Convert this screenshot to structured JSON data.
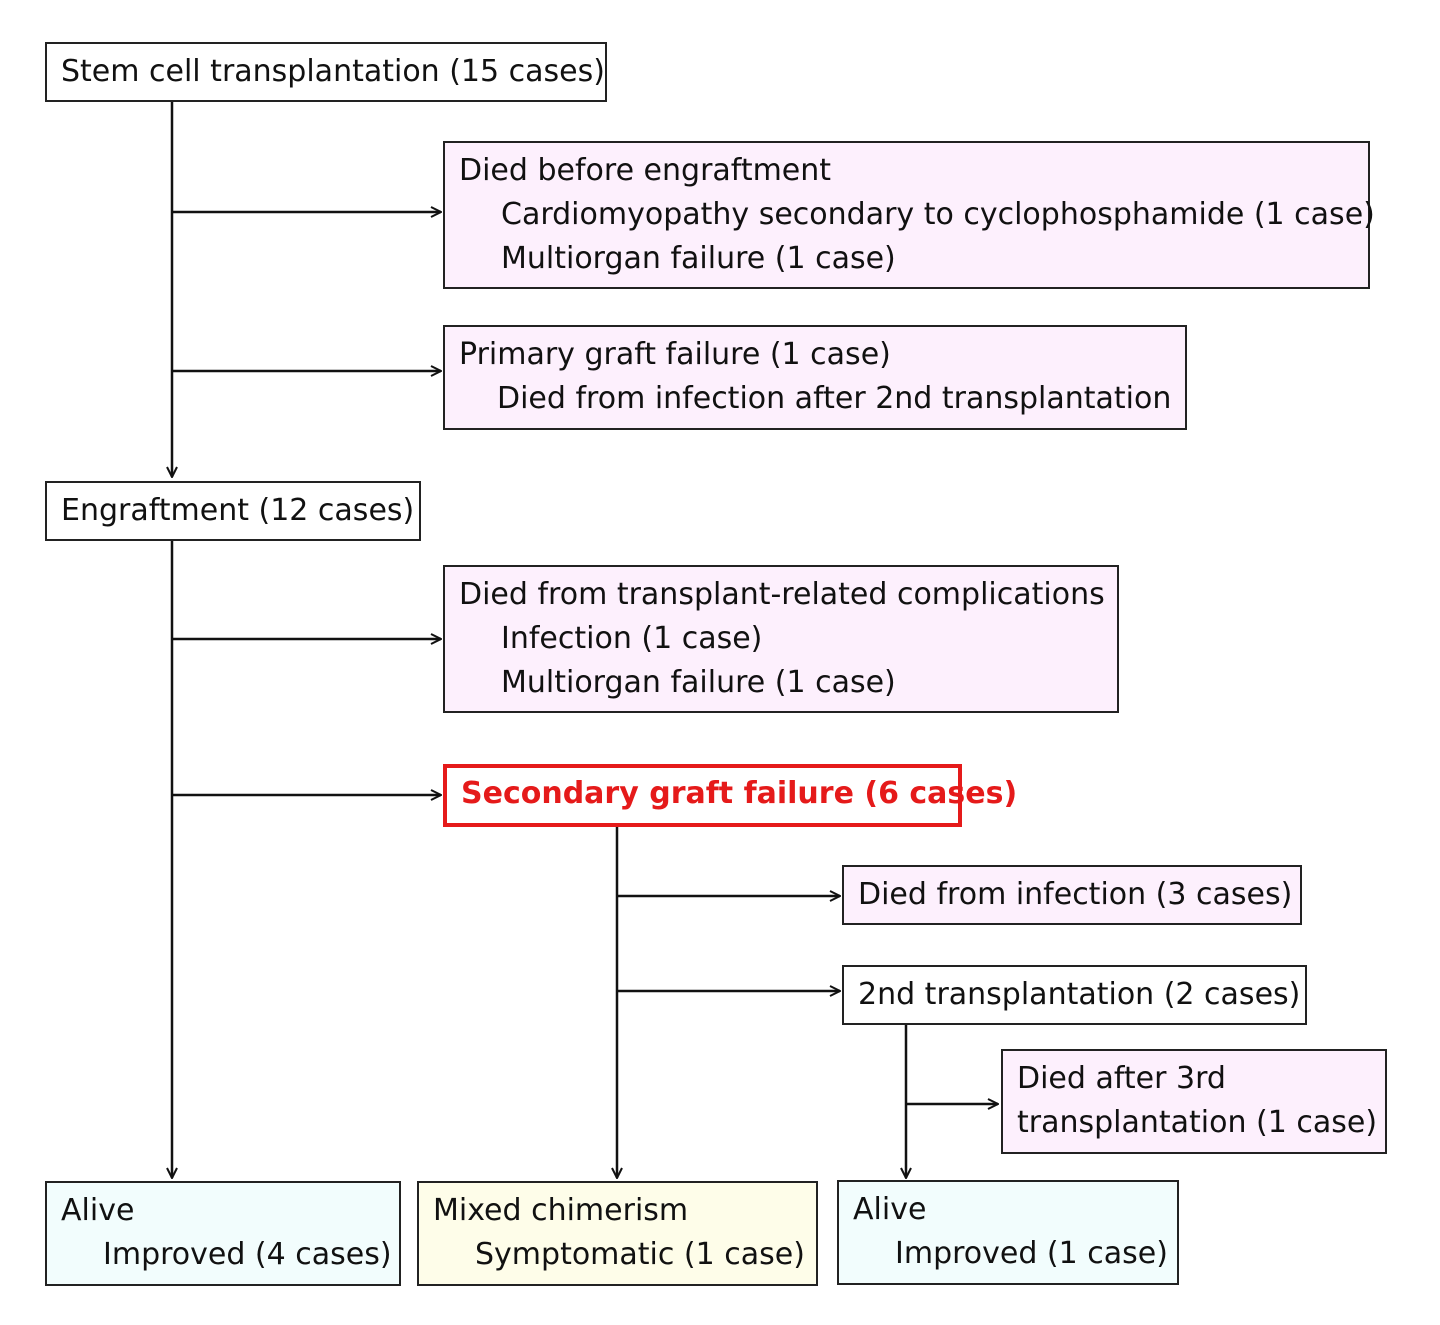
{
  "nodes": {
    "stem_cell": {
      "title": "Stem cell transplantation (15 cases)"
    },
    "died_before": {
      "title": "Died before engraftment",
      "items": [
        "Cardiomyopathy secondary to cyclophosphamide (1 case)",
        "Multiorgan failure (1 case)"
      ]
    },
    "primary_failure": {
      "title": "Primary graft failure (1 case)",
      "items": [
        "Died from infection after 2nd transplantation"
      ]
    },
    "engraftment": {
      "title": "Engraftment (12 cases)"
    },
    "died_complications": {
      "title": "Died from transplant-related complications",
      "items": [
        "Infection (1 case)",
        "Multiorgan failure (1 case)"
      ]
    },
    "secondary_failure": {
      "title": "Secondary graft failure (6 cases)"
    },
    "died_infection": {
      "title": "Died from infection (3 cases)"
    },
    "second_transplant": {
      "title": "2nd transplantation (2 cases)"
    },
    "died_third": {
      "lines": [
        "Died after 3rd",
        "transplantation (1 case)"
      ]
    },
    "alive_left": {
      "title": "Alive",
      "items": [
        "Improved (4 cases)"
      ]
    },
    "mixed": {
      "title": "Mixed chimerism",
      "items": [
        "Symptomatic (1 case)"
      ]
    },
    "alive_right": {
      "title": "Alive",
      "items": [
        "Improved (1 case)"
      ]
    }
  },
  "colors": {
    "death_box": "#fdf0fd",
    "alive_box": "#f2fdfd",
    "mixed_box": "#fefde9",
    "highlight": "#e51a1a",
    "line": "#111111"
  }
}
